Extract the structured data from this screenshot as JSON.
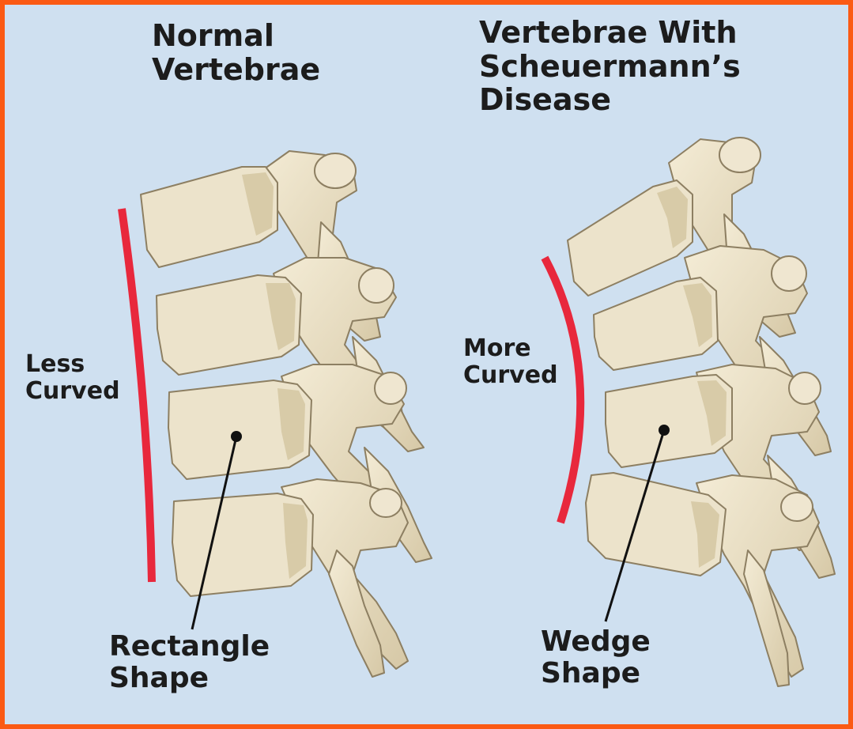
{
  "colors": {
    "frame": "#fb5a14",
    "background": "#cfe0f0",
    "bone_fill": "#ece3cb",
    "bone_shadow": "#c9bb98",
    "bone_outline": "#8d7f62",
    "curve_line": "#e8283c",
    "text": "#1c1c1c"
  },
  "normal": {
    "title_line1": "Normal",
    "title_line2": "Vertebrae",
    "curve_label_line1": "Less",
    "curve_label_line2": "Curved",
    "shape_label_line1": "Rectangle",
    "shape_label_line2": "Shape"
  },
  "scheuermann": {
    "title_line1": "Vertebrae With",
    "title_line2": "Scheuermann’s",
    "title_line3": "Disease",
    "curve_label_line1": "More",
    "curve_label_line2": "Curved",
    "shape_label_line1": "Wedge",
    "shape_label_line2": "Shape"
  }
}
